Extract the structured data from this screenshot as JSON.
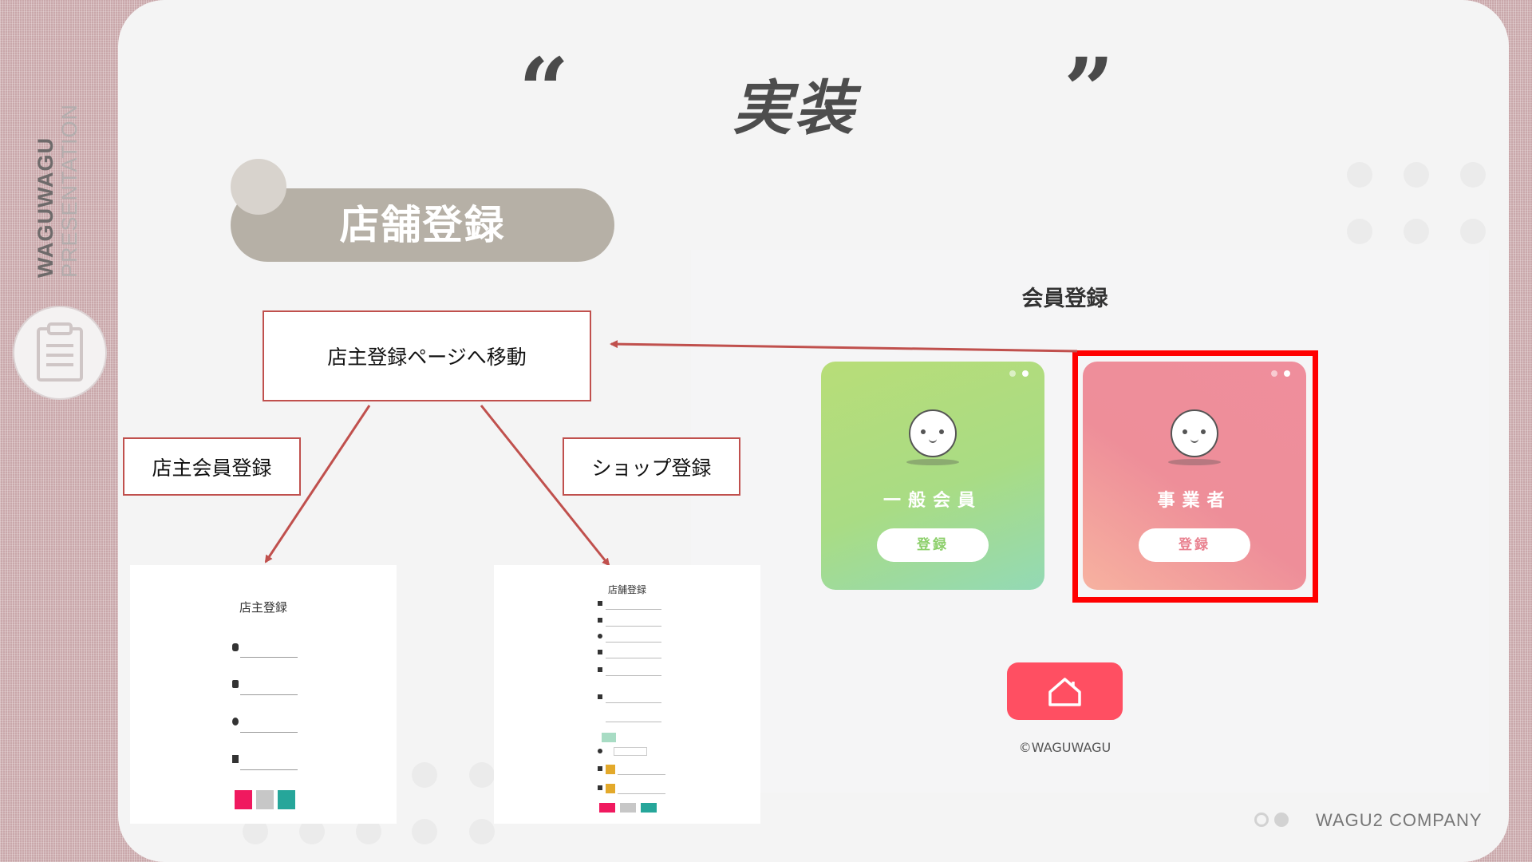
{
  "side": {
    "brand_line1": "WAGUWAGU",
    "brand_line2": "PRESENTATION"
  },
  "header": {
    "open_quote": "“",
    "title": "実装",
    "close_quote": "”"
  },
  "section": {
    "label": "店舗登録"
  },
  "flow": {
    "main_box": "店主登録ページへ移動",
    "left_box": "店主会員登録",
    "right_box": "ショップ登録"
  },
  "screenshot_left": {
    "title": "店主登録"
  },
  "screenshot_right": {
    "title": "店舗登録"
  },
  "signup": {
    "title": "会員登録",
    "card_general_label": "一般会員",
    "card_general_button": "登録",
    "card_business_label": "事業者",
    "card_business_button": "登録",
    "copyright": "©WAGUWAGU"
  },
  "footer": {
    "company": "WAGU2 COMPANY"
  },
  "colors": {
    "highlight": "#ff0000",
    "arrow": "#c0504d",
    "home_button": "#ff4f62",
    "green_button_text": "#8ccf6a",
    "pink_button_text": "#e9818f"
  },
  "icons": {
    "clipboard": "clipboard-icon",
    "home": "home-icon",
    "face": "smiley-avatar-icon"
  }
}
